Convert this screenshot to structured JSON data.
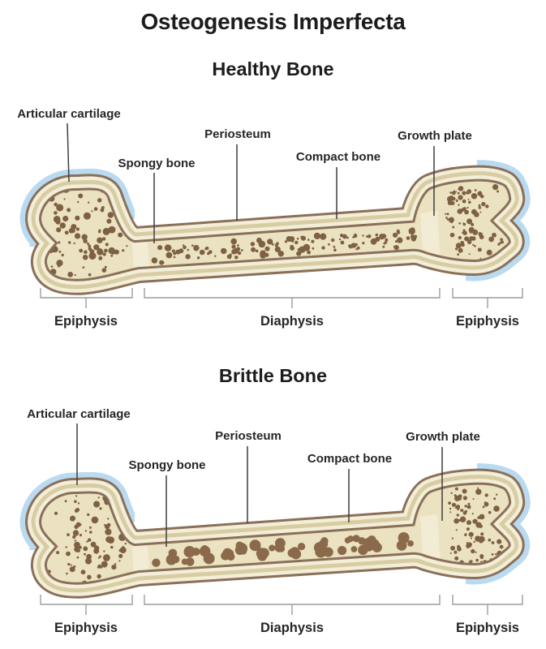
{
  "title": "Osteogenesis Imperfecta",
  "palette": {
    "outline_brown": "#8a7058",
    "compact_cream": "#f3eed9",
    "compact_tan": "#d8cda2",
    "marrow": "#ebe2c1",
    "growth_band": "#f2ecd5",
    "cartilage_blue": "#b9daf0",
    "heading_text": "#1c1c1c",
    "label_text": "#262626",
    "bracket_gray": "#9c9c9c",
    "leader_line": "#3e3e3e"
  },
  "sections": [
    {
      "heading": "Healthy Bone",
      "labels": {
        "articular_cartilage": "Articular cartilage",
        "spongy_bone": "Spongy bone",
        "periosteum": "Periosteum",
        "compact_bone": "Compact bone",
        "growth_plate": "Growth plate"
      },
      "brackets": [
        {
          "label": "Epiphysis"
        },
        {
          "label": "Diaphysis"
        },
        {
          "label": "Epiphysis"
        }
      ],
      "spongy_dots": {
        "left_epiphysis": {
          "count": 82,
          "radius_min": 1.1,
          "radius_max": 4.6,
          "color": "#7d6142"
        },
        "shaft": {
          "count": 128,
          "radius_min": 1.2,
          "radius_max": 4.4,
          "color": "#7d6142"
        },
        "right_epiphysis": {
          "count": 98,
          "radius_min": 1.0,
          "radius_max": 3.8,
          "color": "#7d6142"
        }
      }
    },
    {
      "heading": "Brittle Bone",
      "labels": {
        "articular_cartilage": "Articular cartilage",
        "spongy_bone": "Spongy bone",
        "periosteum": "Periosteum",
        "compact_bone": "Compact bone",
        "growth_plate": "Growth plate"
      },
      "brackets": [
        {
          "label": "Epiphysis"
        },
        {
          "label": "Diaphysis"
        },
        {
          "label": "Epiphysis"
        }
      ],
      "spongy_dots": {
        "left_epiphysis": {
          "count": 82,
          "radius_min": 1.1,
          "radius_max": 4.8,
          "color": "#7d6142"
        },
        "shaft": {
          "count": 52,
          "radius_min": 3.8,
          "radius_max": 7.2,
          "color": "#8a6a4a"
        },
        "right_epiphysis": {
          "count": 98,
          "radius_min": 1.0,
          "radius_max": 3.8,
          "color": "#7d6142"
        }
      }
    }
  ]
}
